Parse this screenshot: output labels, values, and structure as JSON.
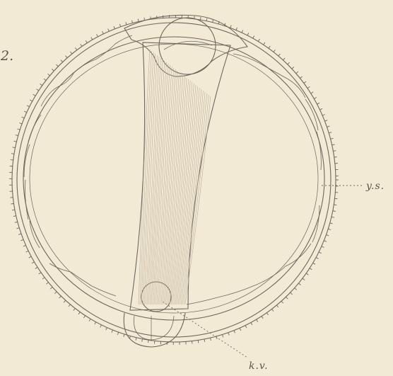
{
  "figure": {
    "number": "2."
  },
  "labels": {
    "yolk_sac": "y.s.",
    "kupffers_vesicle": "k.v."
  },
  "colors": {
    "paper": "#f3ead6",
    "ink": "#6b675c",
    "shading": "#b9ae98"
  }
}
